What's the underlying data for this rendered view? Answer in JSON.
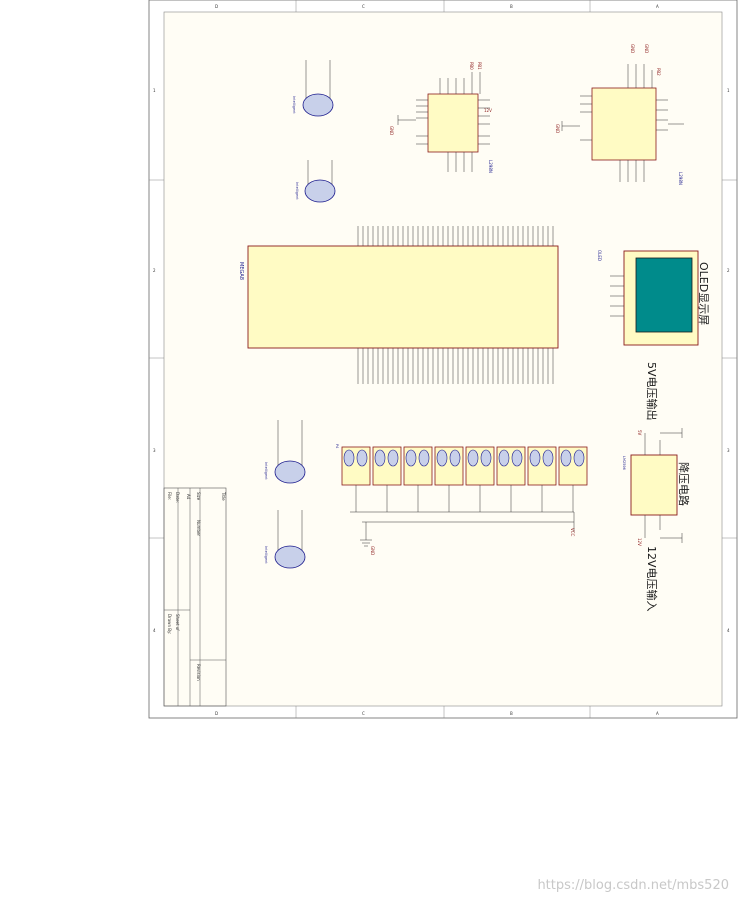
{
  "sheet": {
    "border_ticks_top": [
      "D",
      "C",
      "B",
      "A"
    ],
    "border_ticks_side": [
      "1",
      "2",
      "3",
      "4"
    ]
  },
  "title_block": {
    "title_label": "Title",
    "size_label": "Size",
    "number_label": "Number",
    "revision_label": "Revision",
    "size_value": "A4",
    "date_label": "Date:",
    "file_label": "File:",
    "sheet_label": "Sheet of",
    "drawn_label": "Drawn By:"
  },
  "blocks": {
    "oled_title": "OLED显示屏",
    "v5_title": "5V电压输出",
    "buck_title": "降压电路",
    "v12_title": "12V电压输入"
  },
  "components": {
    "mcu_ref": "MEGA8",
    "driver1_ref": "L298N",
    "driver2_ref": "L298N",
    "regulator_ref": "LM2596",
    "oled_ref": "OLED",
    "header_ref": "P4",
    "motor_label": "Intelligent"
  },
  "net_labels": {
    "gnd": "GND",
    "vcc": "VCC",
    "v5": "5V",
    "v12": "12V"
  },
  "footer": {
    "watermark": "https://blog.csdn.net/mbs520"
  }
}
